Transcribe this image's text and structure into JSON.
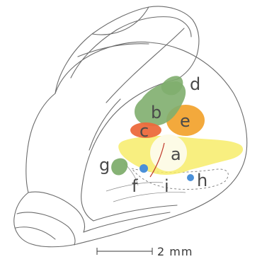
{
  "regions": [
    {
      "id": "a",
      "label": "a",
      "color": "#f7ec6a",
      "description": "yellow area"
    },
    {
      "id": "b",
      "label": "b",
      "color": "#7fae6e",
      "description": "green area"
    },
    {
      "id": "c",
      "label": "c",
      "color": "#ec6a3c",
      "description": "orange-red area"
    },
    {
      "id": "d",
      "label": "d",
      "color": "#7fae6e",
      "description": "green area"
    },
    {
      "id": "e",
      "label": "e",
      "color": "#f2a431",
      "description": "orange area"
    },
    {
      "id": "f",
      "label": "f",
      "color": "#4a90d9",
      "description": "blue spot"
    },
    {
      "id": "g",
      "label": "g",
      "color": "#7fae6e",
      "description": "green area"
    },
    {
      "id": "h",
      "label": "h",
      "color": "#4a90d9",
      "description": "blue spot"
    },
    {
      "id": "i",
      "label": "i",
      "color": "#f7ec6a",
      "description": "dashed region"
    }
  ],
  "scale_bar": {
    "label": "2 mm"
  }
}
